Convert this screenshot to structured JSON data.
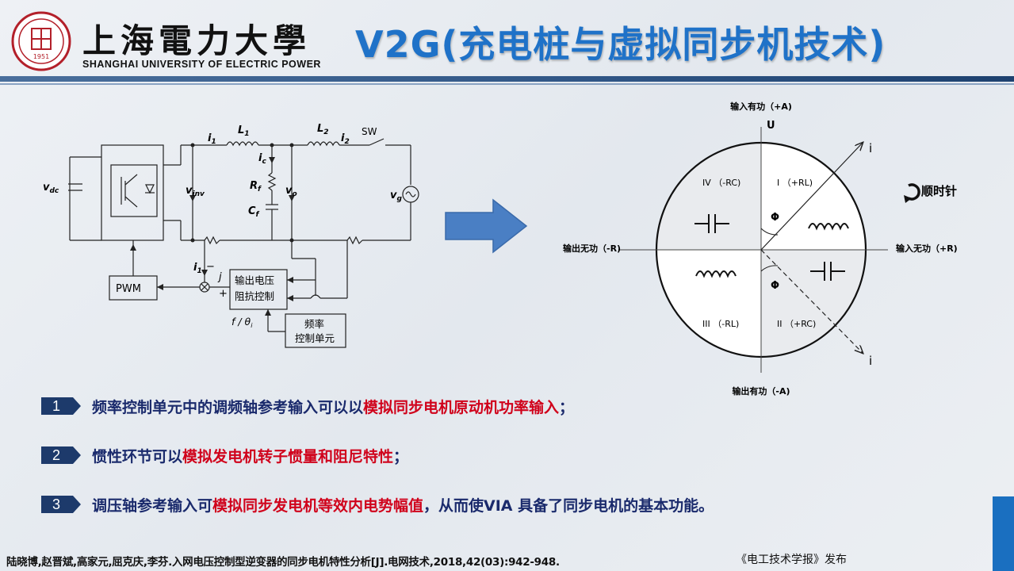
{
  "header": {
    "univ_cn": "上海電力大學",
    "univ_en": "SHANGHAI UNIVERSITY OF ELECTRIC POWER",
    "seal_year": "1951",
    "title": "V2G(充电桩与虚拟同步机技术)"
  },
  "circuit": {
    "vdc": "v",
    "vdc_sub": "dc",
    "vinv": "v",
    "vinv_sub": "inv",
    "i1": "i",
    "i1_sub": "1",
    "L1": "L",
    "L1_sub": "1",
    "ic": "i",
    "ic_sub": "c",
    "Rf": "R",
    "Rf_sub": "f",
    "Cf": "C",
    "Cf_sub": "f",
    "vo": "v",
    "vo_sub": "o",
    "L2": "L",
    "L2_sub": "2",
    "i2": "i",
    "i2_sub": "2",
    "sw": "SW",
    "vg": "v",
    "vg_sub": "g",
    "pwm": "PWM",
    "i1_fb": "i",
    "i1_fb_sub": "1",
    "j_label": "j",
    "minus": "−",
    "plus": "+",
    "ctrl_box_l1": "输出电压",
    "ctrl_box_l2": "阻抗控制",
    "freq_box_l1": "频率",
    "freq_box_l2": "控制单元",
    "f_theta": "f / θ",
    "f_theta_sub": "i"
  },
  "phasor": {
    "top_label": "输入有功（+A)",
    "bottom_label": "输出有功（-A)",
    "left_label": "输出无功（-R)",
    "right_label": "输入无功（+R)",
    "u_label": "U",
    "i_upper": "i",
    "i_lower": "i",
    "q1": "I （+RL)",
    "q2": "II （+RC)",
    "q3": "III （-RL)",
    "q4": "IV （-RC)",
    "phi_upper": "Φ",
    "phi_lower": "Φ",
    "clockwise": "顺时针"
  },
  "bullets": [
    {
      "num": "1",
      "parts": [
        "频率控制单元中的调频轴参考输入可以以",
        "模拟同步电机原动机功率输入",
        "；"
      ]
    },
    {
      "num": "2",
      "parts": [
        "惯性环节可以",
        "模拟发电机转子惯量和阻尼特性",
        "；"
      ]
    },
    {
      "num": "3",
      "parts": [
        "调压轴参考输入可",
        "模拟同步发电机等效内电势幅值",
        "，从而使VIA 具备了同步电机的基本功能。"
      ]
    }
  ],
  "footer": {
    "citation": "陆晓博,赵晋斌,高家元,屈克庆,李芬.入网电压控制型逆变器的同步电机特性分析[J].电网技术,2018,42(03):942-948.",
    "publisher": "《电工技术学报》发布"
  },
  "colors": {
    "title_blue": "#1f72c8",
    "highlight_red": "#d0021b",
    "text_dark_blue": "#1a2a6c",
    "badge_navy": "#1d3a6b",
    "arrow_blue": "#4a7fc4"
  }
}
